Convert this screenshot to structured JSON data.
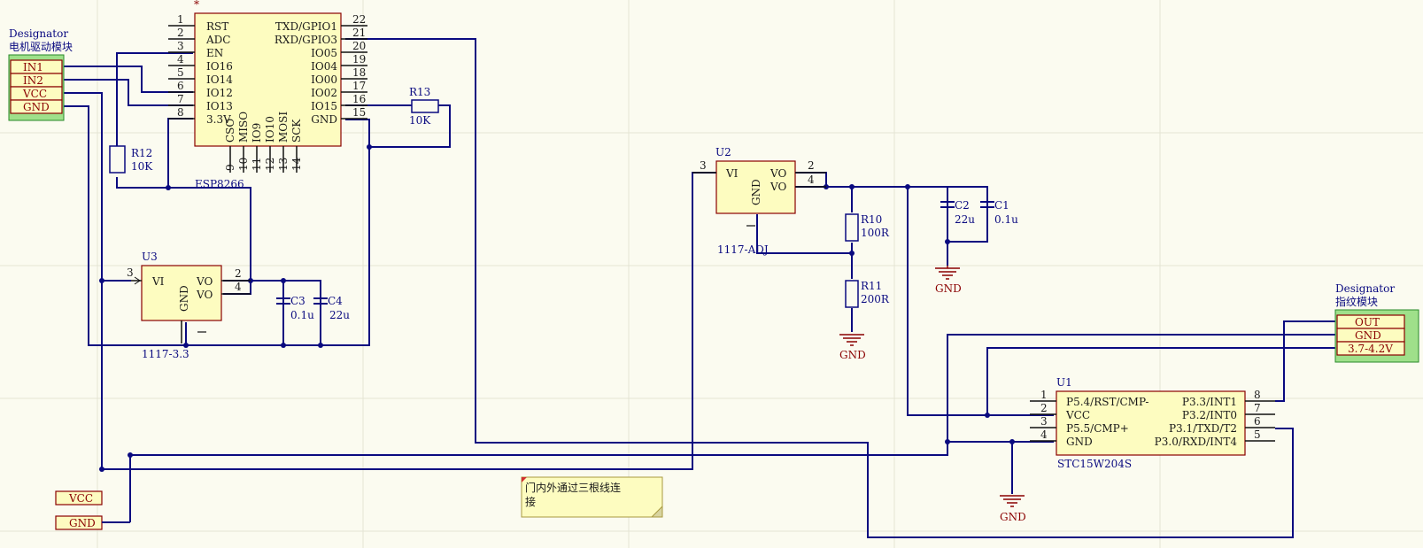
{
  "esp8266": {
    "name": "ESP8266",
    "star": "*",
    "pins_left": [
      {
        "num": "1",
        "label": "RST"
      },
      {
        "num": "2",
        "label": "ADC"
      },
      {
        "num": "3",
        "label": "EN"
      },
      {
        "num": "4",
        "label": "IO16"
      },
      {
        "num": "5",
        "label": "IO14"
      },
      {
        "num": "6",
        "label": "IO12"
      },
      {
        "num": "7",
        "label": "IO13"
      },
      {
        "num": "8",
        "label": "3.3V"
      }
    ],
    "pins_right": [
      {
        "num": "22",
        "label": "TXD/GPIO1"
      },
      {
        "num": "21",
        "label": "RXD/GPIO3"
      },
      {
        "num": "20",
        "label": "IO05"
      },
      {
        "num": "19",
        "label": "IO04"
      },
      {
        "num": "18",
        "label": "IO00"
      },
      {
        "num": "17",
        "label": "IO02"
      },
      {
        "num": "16",
        "label": "IO15"
      },
      {
        "num": "15",
        "label": "GND"
      }
    ],
    "pins_bottom": [
      {
        "num": "9",
        "label": "CSO"
      },
      {
        "num": "10",
        "label": "MISO"
      },
      {
        "num": "11",
        "label": "IO9"
      },
      {
        "num": "12",
        "label": "IO10"
      },
      {
        "num": "13",
        "label": "MOSI"
      },
      {
        "num": "14",
        "label": "SCK"
      }
    ]
  },
  "motor_conn": {
    "designator": "Designator",
    "title": "电机驱动模块",
    "pins": [
      "IN1",
      "IN2",
      "VCC",
      "GND"
    ]
  },
  "finger_conn": {
    "designator": "Designator",
    "title": "指纹模块",
    "pins": [
      "OUT",
      "GND",
      "3.7-4.2V"
    ]
  },
  "u3": {
    "ref": "U3",
    "part": "1117-3.3",
    "vi": "VI",
    "vo1": "VO",
    "vo2": "VO",
    "gnd": "GND",
    "pin3": "3",
    "pin2": "2",
    "pin4": "4"
  },
  "u2": {
    "ref": "U2",
    "part": "1117-ADJ",
    "vi": "VI",
    "vo1": "VO",
    "vo2": "VO",
    "gnd": "GND",
    "pin3": "3",
    "pin2": "2",
    "pin4": "4"
  },
  "u1": {
    "ref": "U1",
    "part": "STC15W204S",
    "pins_left": [
      {
        "num": "1",
        "label": "P5.4/RST/CMP-"
      },
      {
        "num": "2",
        "label": "VCC"
      },
      {
        "num": "3",
        "label": "P5.5/CMP+"
      },
      {
        "num": "4",
        "label": "GND"
      }
    ],
    "pins_right": [
      {
        "num": "8",
        "label": "P3.3/INT1"
      },
      {
        "num": "7",
        "label": "P3.2/INT0"
      },
      {
        "num": "6",
        "label": "P3.1/TXD/T2"
      },
      {
        "num": "5",
        "label": "P3.0/RXD/INT4"
      }
    ]
  },
  "resistors": {
    "r12": {
      "ref": "R12",
      "value": "10K"
    },
    "r13": {
      "ref": "R13",
      "value": "10K"
    },
    "r10": {
      "ref": "R10",
      "value": "100R"
    },
    "r11": {
      "ref": "R11",
      "value": "200R"
    }
  },
  "capacitors": {
    "c3": {
      "ref": "C3",
      "value": "0.1u"
    },
    "c4": {
      "ref": "C4",
      "value": "22u"
    },
    "c2": {
      "ref": "C2",
      "value": "22u"
    },
    "c1": {
      "ref": "C1",
      "value": "0.1u"
    }
  },
  "gnd_label": "GND",
  "ports": {
    "vcc": "VCC",
    "gnd": "GND"
  },
  "note": {
    "line1": "门内外通过三根线连",
    "line2": "接"
  }
}
